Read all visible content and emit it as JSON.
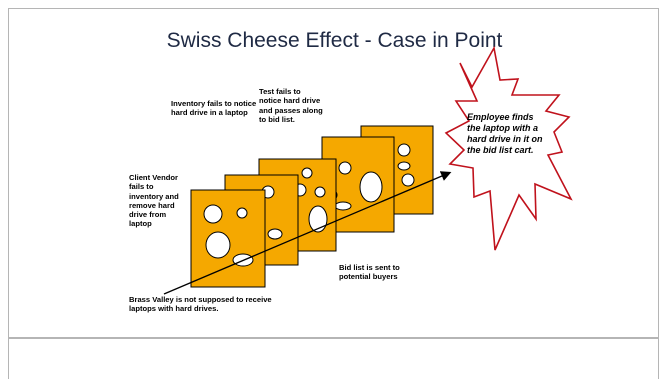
{
  "slide": {
    "title": "Swiss Cheese Effect - Case in Point"
  },
  "labels": {
    "inventory": "Inventory fails to notice hard drive in a laptop",
    "test": "Test fails to notice hard drive and passes along to bid list.",
    "client_vendor": "Client Vendor fails to inventory and remove hard drive from laptop",
    "bid_list": "Bid list is sent to potential buyers",
    "brass_valley": "Brass Valley is not supposed to receive laptops with hard drives.",
    "employee": "Employee finds the laptop with a hard drive in it on the bid list cart."
  },
  "colors": {
    "cheese": "#f5a800",
    "burst_outline": "#c0121c",
    "slide_border": "#b5b5b5",
    "title_text": "#1f2a44"
  }
}
